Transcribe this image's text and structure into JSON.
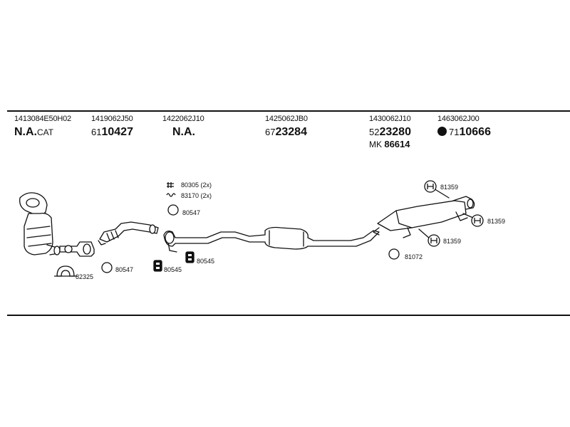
{
  "parts": [
    {
      "number": "1413084E50H02",
      "main": "N.A.",
      "suffix": "CAT",
      "prefix": "",
      "dot": false,
      "extra_prefix": "",
      "extra_value": ""
    },
    {
      "number": "1419062J50",
      "main": "10427",
      "suffix": "",
      "prefix": "61",
      "dot": false,
      "extra_prefix": "",
      "extra_value": ""
    },
    {
      "number": "1422062J10",
      "main": "N.A.",
      "suffix": "",
      "prefix": "",
      "dot": false,
      "extra_prefix": "",
      "extra_value": ""
    },
    {
      "number": "1425062JB0",
      "main": "23284",
      "suffix": "",
      "prefix": "67",
      "dot": false,
      "extra_prefix": "",
      "extra_value": ""
    },
    {
      "number": "1430062J10",
      "main": "23280",
      "suffix": "",
      "prefix": "52",
      "dot": false,
      "extra_prefix": "MK",
      "extra_value": "86614"
    },
    {
      "number": "1463062J00",
      "main": "10666",
      "suffix": "",
      "prefix": "71",
      "dot": true,
      "extra_prefix": "",
      "extra_value": ""
    }
  ],
  "callouts": {
    "c_80305": "80305 (2x)",
    "c_83170": "83170 (2x)",
    "c_80547_top": "80547",
    "c_82325": "82325",
    "c_80547_bottom": "80547",
    "c_80545_left": "80545",
    "c_80545_right": "80545",
    "c_81359_top": "81359",
    "c_81359_right": "81359",
    "c_81359_bottom": "81359",
    "c_81072": "81072"
  }
}
